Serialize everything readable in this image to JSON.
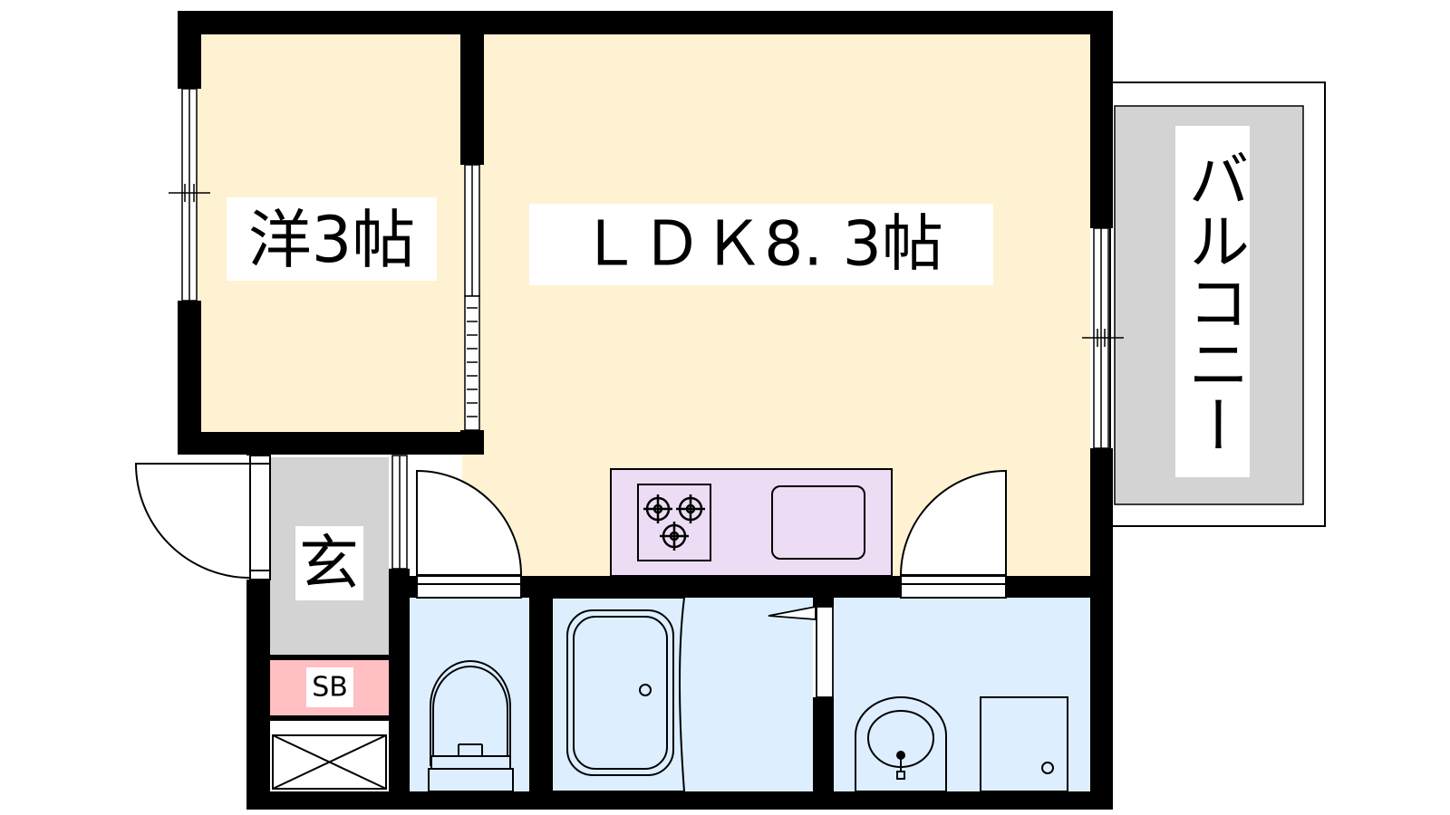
{
  "floorplan": {
    "rooms": {
      "western_room": "洋3帖",
      "ldk": "ＬＤＫ8. 3帖",
      "balcony": "バルコニー",
      "entrance": "玄",
      "shoe_box": "SB"
    },
    "colors": {
      "wall": "#000000",
      "floor_room": "#fff2d2",
      "balcony_floor": "#d3d3d3",
      "entrance_floor": "#d3d3d3",
      "kitchen_counter": "#ecdcf4",
      "wet_area": "#ddeeff",
      "shoe_box": "#ffbfc3"
    }
  }
}
